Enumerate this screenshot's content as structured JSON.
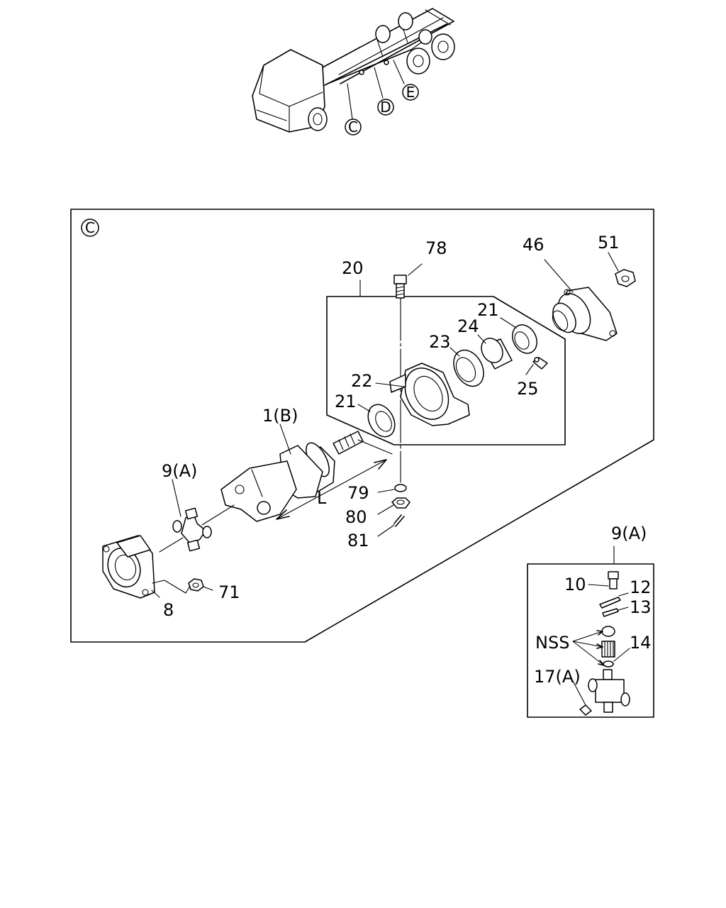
{
  "overview": {
    "callouts": [
      "C",
      "D",
      "E"
    ]
  },
  "main_panel": {
    "view_letter": "C",
    "labels": {
      "l78": "78",
      "l20": "20",
      "l46": "46",
      "l51": "51",
      "l21_top": "21",
      "l24": "24",
      "l23": "23",
      "l22": "22",
      "l25": "25",
      "l21_left": "21",
      "l1b": "1(B)",
      "l9a": "9(A)",
      "lL": "L",
      "l79": "79",
      "l80": "80",
      "l81": "81",
      "l71": "71",
      "l8": "8"
    }
  },
  "detail_panel": {
    "title": "9(A)",
    "labels": {
      "l10": "10",
      "l12": "12",
      "l13": "13",
      "lnss": "NSS",
      "l14": "14",
      "l17a": "17(A)"
    }
  }
}
